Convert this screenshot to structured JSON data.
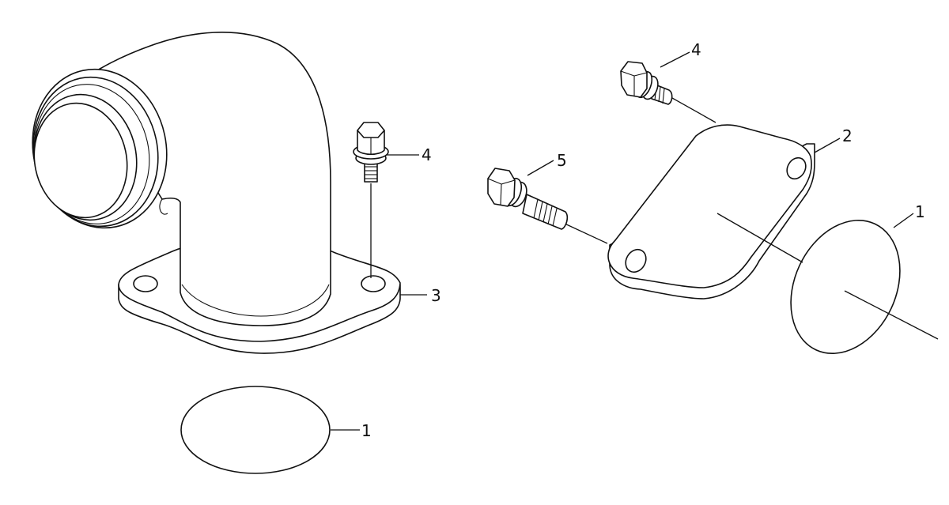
{
  "callouts": {
    "gasket_bottom": "1",
    "gasket_right": "1",
    "cover_plate": "2",
    "elbow": "3",
    "bolt_elbow": "4",
    "bolt_plate_top": "4",
    "bolt_plate_left": "5"
  }
}
